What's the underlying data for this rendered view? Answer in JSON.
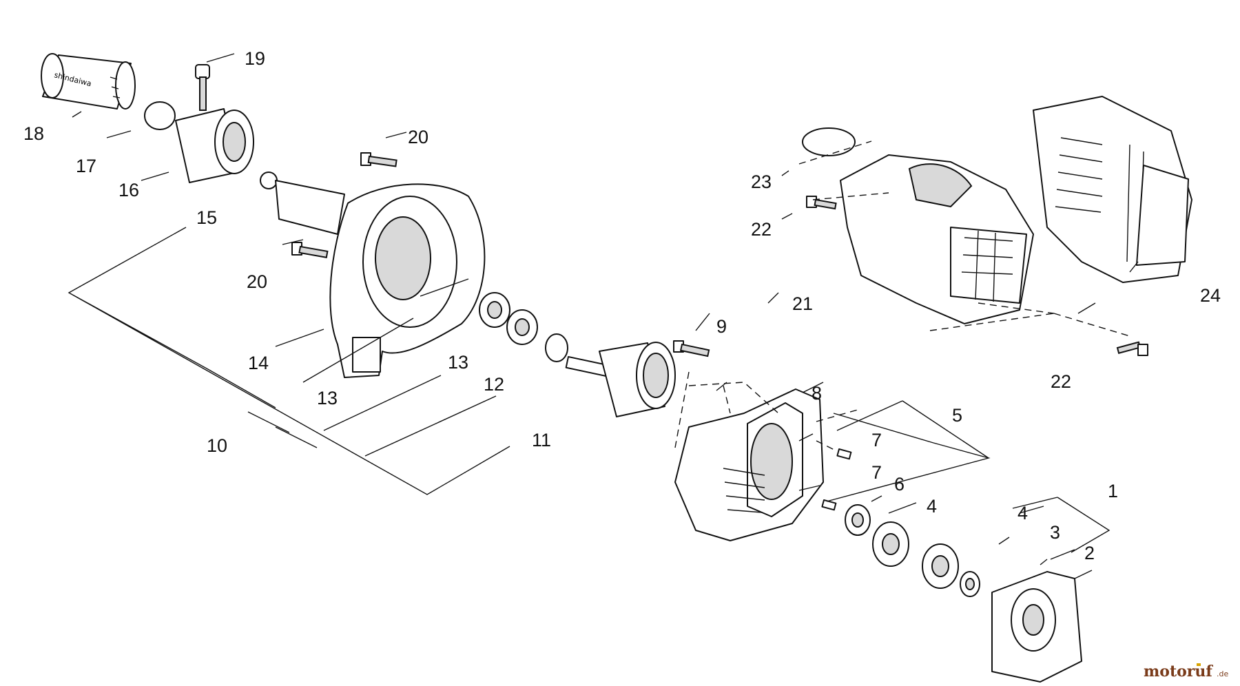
{
  "diagram": {
    "brand_mark": "shindaiwa",
    "callouts": [
      "1",
      "2",
      "3",
      "4",
      "4",
      "5",
      "6",
      "7",
      "7",
      "8",
      "9",
      "10",
      "11",
      "12",
      "13",
      "13",
      "14",
      "15",
      "16",
      "17",
      "18",
      "19",
      "20",
      "20",
      "21",
      "22",
      "22",
      "23",
      "24"
    ]
  },
  "watermark": {
    "text": "motoruf",
    "suffix": ".de",
    "color": "#7a3b1a",
    "accent": "#d9a300"
  }
}
